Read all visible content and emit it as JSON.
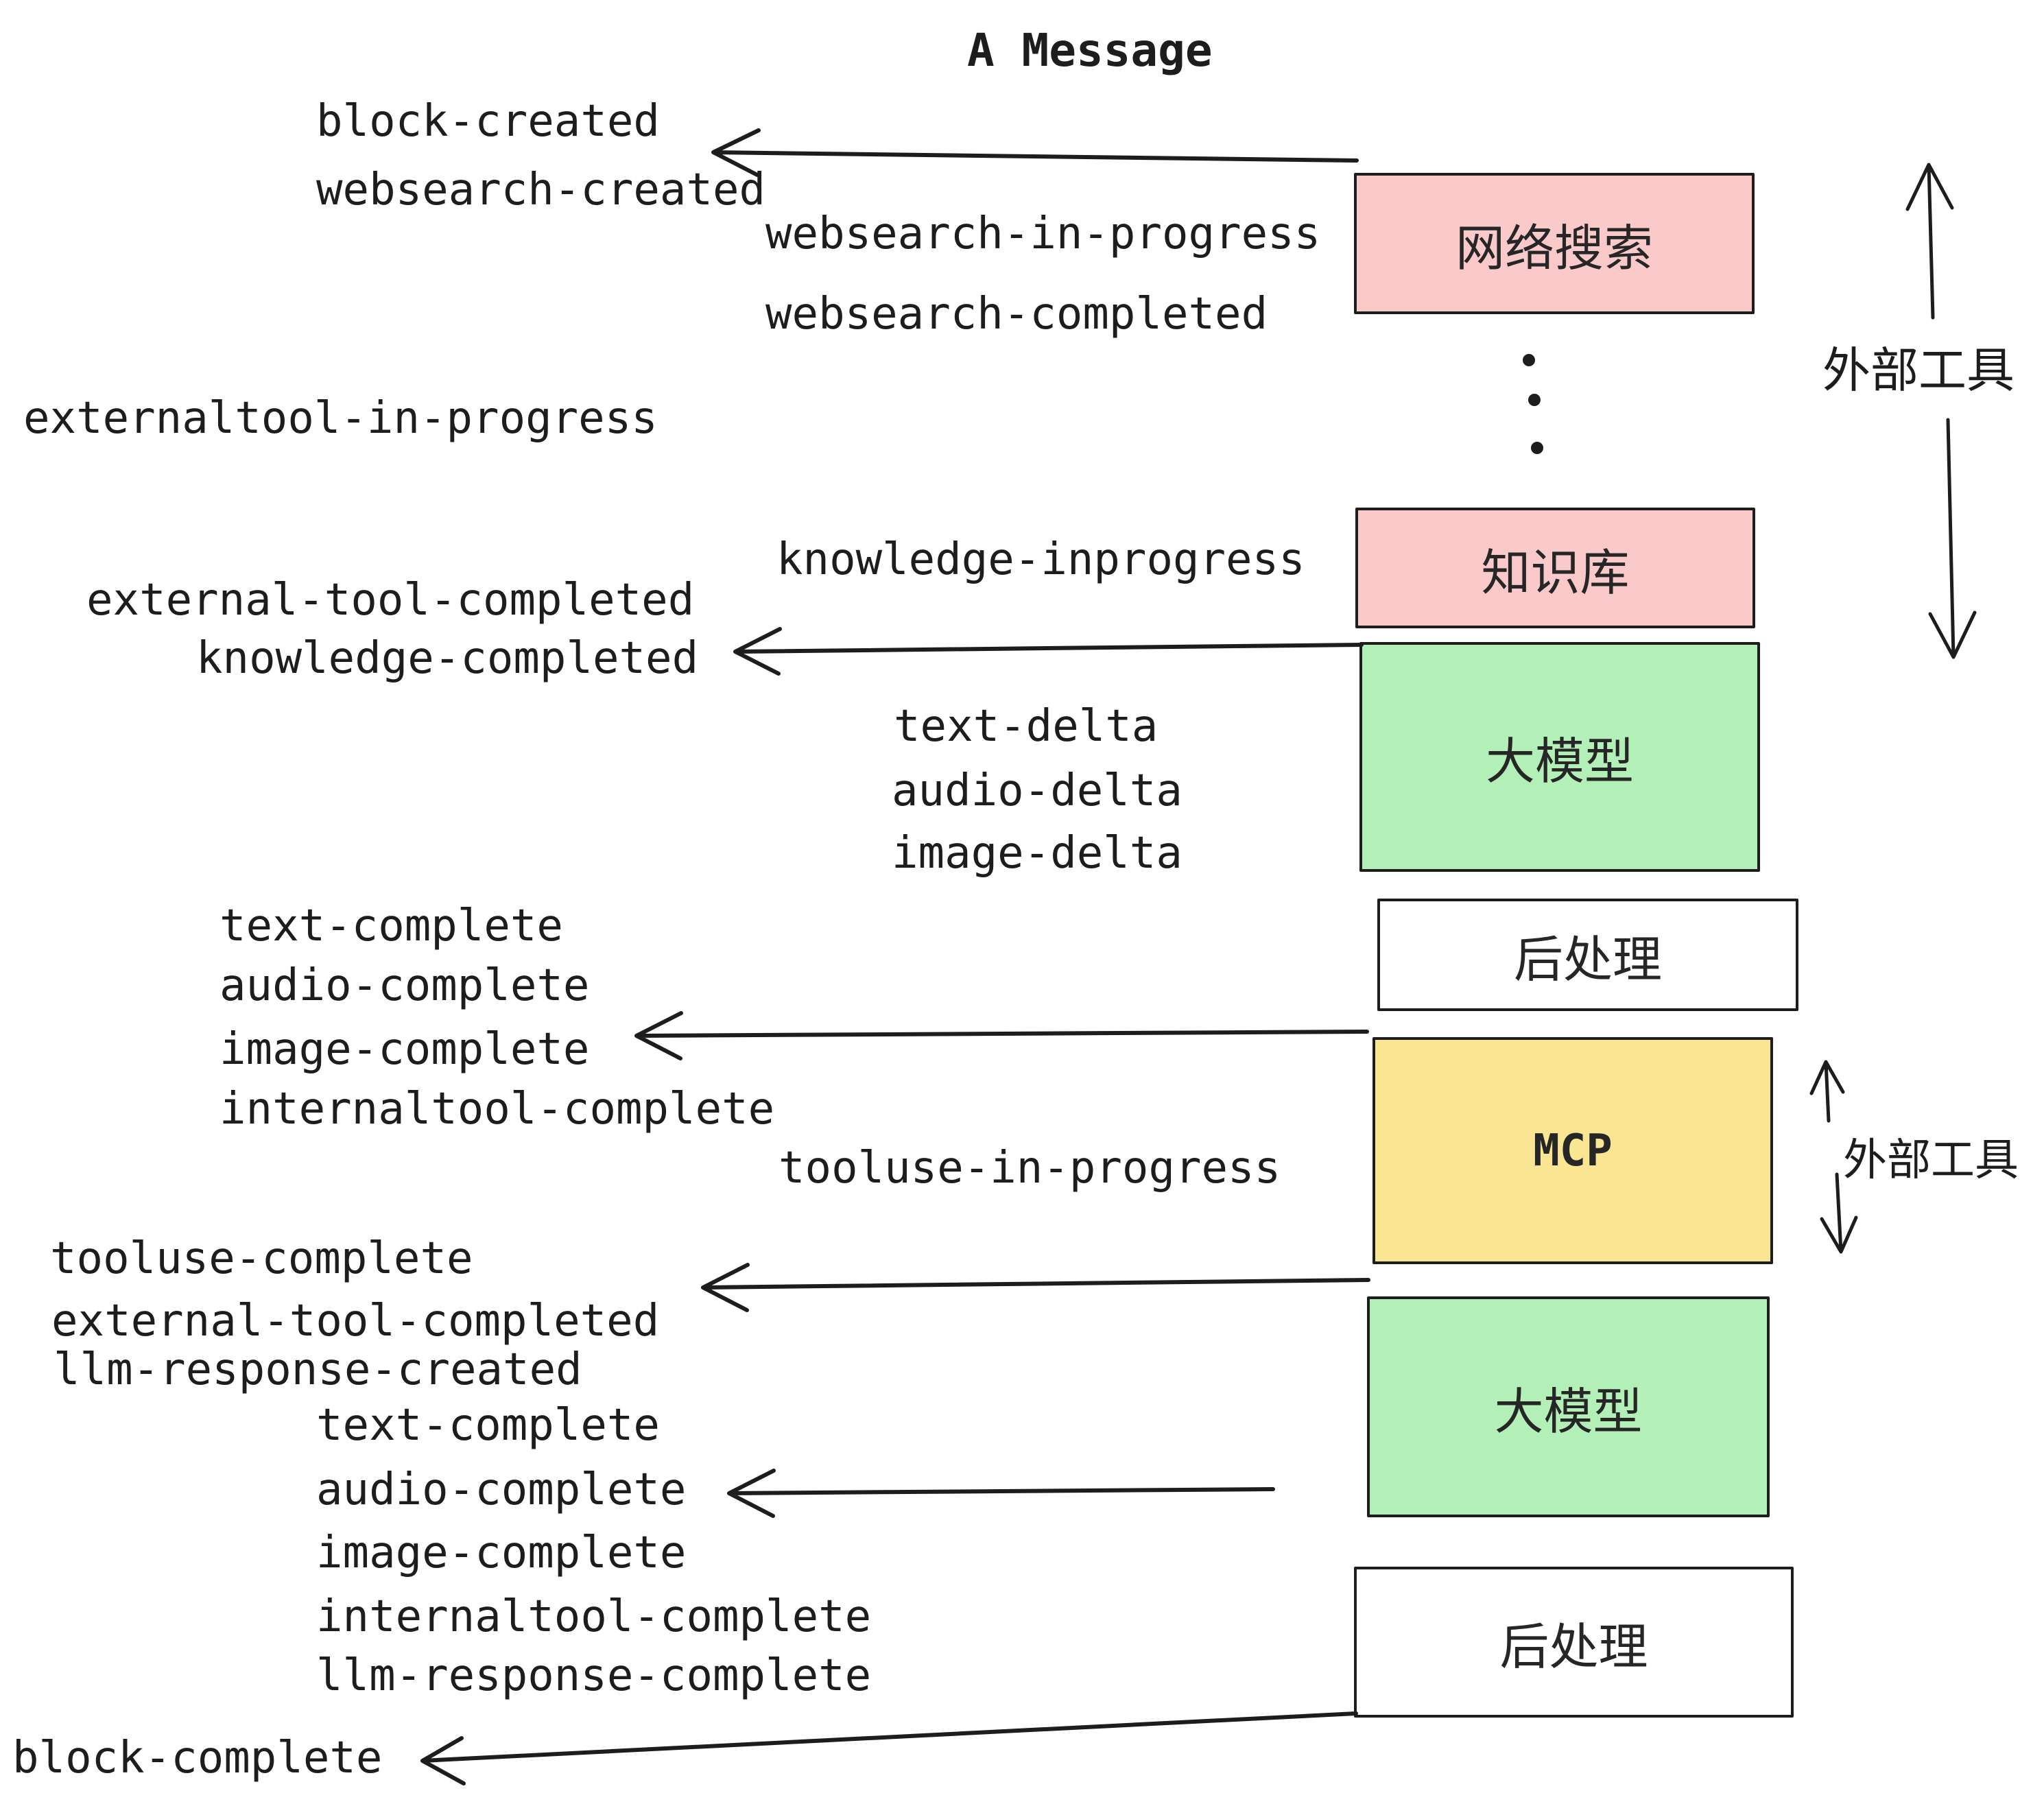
{
  "title": "A Message",
  "colors": {
    "pink": "#fac9ca",
    "green": "#b2f0b8",
    "yellow": "#fae593",
    "white": "#ffffff",
    "ink": "#1d1d1d"
  },
  "flow_boxes": [
    {
      "id": "websearch",
      "label": "网络搜索",
      "bg": "#fac9ca"
    },
    {
      "id": "knowledge",
      "label": "知识库",
      "bg": "#fac9ca"
    },
    {
      "id": "llm-1",
      "label": "大模型",
      "bg": "#b2f0b8"
    },
    {
      "id": "postprocess-1",
      "label": "后处理",
      "bg": "#ffffff"
    },
    {
      "id": "mcp",
      "label": "MCP",
      "bg": "#fae593"
    },
    {
      "id": "llm-2",
      "label": "大模型",
      "bg": "#b2f0b8"
    },
    {
      "id": "postprocess-2",
      "label": "后处理",
      "bg": "#ffffff"
    }
  ],
  "side_annotations": [
    {
      "id": "external-tools-top",
      "text": "外部工具"
    },
    {
      "id": "external-tools-mcp",
      "text": "外部工具"
    }
  ],
  "event_labels": [
    {
      "text": "block-created"
    },
    {
      "text": "websearch-created"
    },
    {
      "text": "websearch-in-progress"
    },
    {
      "text": "websearch-completed"
    },
    {
      "text": "externaltool-in-progress"
    },
    {
      "text": "knowledge-inprogress"
    },
    {
      "text": "external-tool-completed"
    },
    {
      "text": "knowledge-completed"
    },
    {
      "text": "text-delta"
    },
    {
      "text": "audio-delta"
    },
    {
      "text": "image-delta"
    },
    {
      "text": "text-complete"
    },
    {
      "text": "audio-complete"
    },
    {
      "text": "image-complete"
    },
    {
      "text": "internaltool-complete"
    },
    {
      "text": "tooluse-in-progress"
    },
    {
      "text": "tooluse-complete"
    },
    {
      "text": "external-tool-completed"
    },
    {
      "text": "llm-response-created"
    },
    {
      "text": "text-complete"
    },
    {
      "text": "audio-complete"
    },
    {
      "text": "image-complete"
    },
    {
      "text": "internaltool-complete"
    },
    {
      "text": "llm-response-complete"
    },
    {
      "text": "block-complete"
    }
  ]
}
